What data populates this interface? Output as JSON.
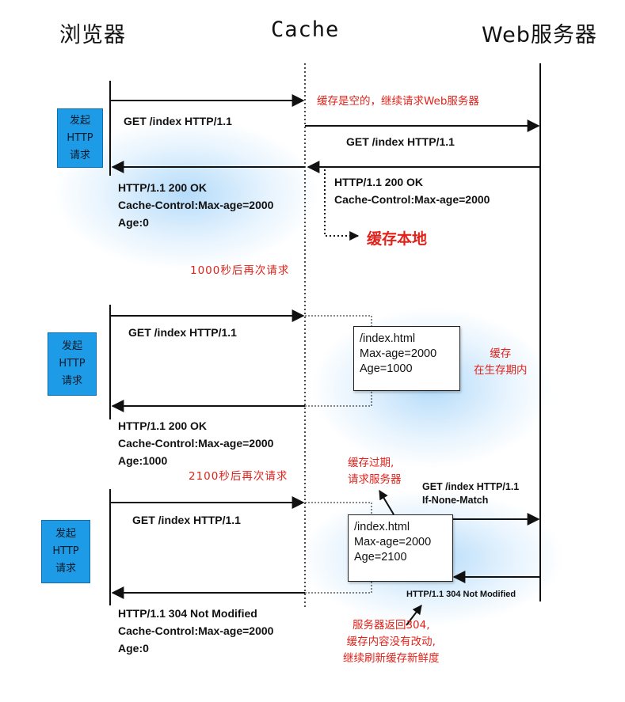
{
  "headers": {
    "browser": "浏览器",
    "cache": "Cache",
    "server": "Web服务器"
  },
  "request_box_label": [
    "发起",
    "HTTP",
    "请求"
  ],
  "section1": {
    "request": "GET /index HTTP/1.1",
    "cache_note": "缓存是空的，继续请求Web服务器",
    "forward_request": "GET /index HTTP/1.1",
    "server_response": [
      "HTTP/1.1 200 OK",
      "Cache-Control:Max-age=2000"
    ],
    "browser_response": [
      "HTTP/1.1 200 OK",
      "Cache-Control:Max-age=2000",
      "Age:0"
    ],
    "store_note": "缓存本地"
  },
  "interval1": "1000秒后再次请求",
  "section2": {
    "request": "GET /index HTTP/1.1",
    "cache_entry": [
      "/index.html",
      "Max-age=2000",
      "Age=1000"
    ],
    "cache_note": [
      "缓存",
      "在生存期内"
    ],
    "browser_response": [
      "HTTP/1.1 200 OK",
      "Cache-Control:Max-age=2000",
      "Age:1000"
    ]
  },
  "interval2": "2100秒后再次请求",
  "section3": {
    "request": "GET /index HTTP/1.1",
    "expired_note": [
      "缓存过期,",
      "请求服务器"
    ],
    "cache_entry": [
      "/index.html",
      "Max-age=2000",
      "Age=2100"
    ],
    "forward_request": [
      "GET /index HTTP/1.1",
      "If-None-Match"
    ],
    "server_response": "HTTP/1.1 304 Not Modified",
    "browser_response": [
      "HTTP/1.1 304 Not Modified",
      "Cache-Control:Max-age=2000",
      "Age:0"
    ],
    "server_note": [
      "服务器返回304,",
      "缓存内容没有改动,",
      "继续刷新缓存新鲜度"
    ]
  },
  "colors": {
    "accent_red": "#e0221b",
    "request_box_blue": "#1e9be6",
    "line": "#111111"
  }
}
